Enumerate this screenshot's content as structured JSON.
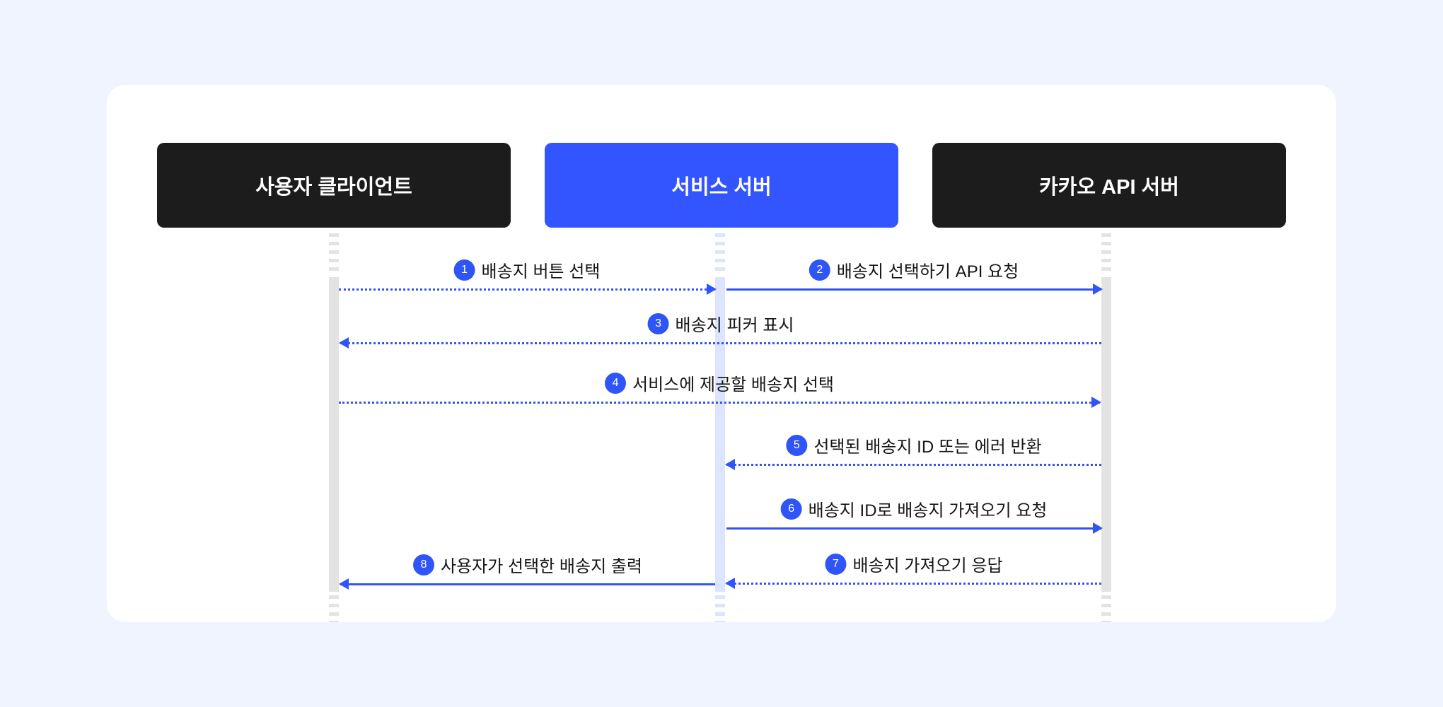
{
  "diagram": {
    "type": "sequence-diagram",
    "background_color": "#f0f4fe",
    "card_color": "#ffffff",
    "accent_color": "#3355ff",
    "arrow_color": "#2f55f7",
    "participants": [
      {
        "id": "client",
        "label": "사용자 클라이언트",
        "box_color": "#1c1c1c",
        "text_color": "#ffffff",
        "activation_color": "#e3e3e3"
      },
      {
        "id": "service",
        "label": "서비스 서버",
        "box_color": "#3355ff",
        "text_color": "#ffffff",
        "activation_color": "#dde4ff"
      },
      {
        "id": "kakao",
        "label": "카카오 API 서버",
        "box_color": "#1c1c1c",
        "text_color": "#ffffff",
        "activation_color": "#e3e3e3"
      }
    ],
    "messages": [
      {
        "number": "1",
        "label": "배송지 버튼 선택",
        "from": "client",
        "to": "service",
        "direction": "right",
        "style": "dotted"
      },
      {
        "number": "2",
        "label": "배송지 선택하기 API 요청",
        "from": "service",
        "to": "kakao",
        "direction": "right",
        "style": "solid"
      },
      {
        "number": "3",
        "label": "배송지 피커 표시",
        "from": "kakao",
        "to": "client",
        "direction": "left",
        "style": "dotted"
      },
      {
        "number": "4",
        "label": "서비스에 제공할 배송지 선택",
        "from": "client",
        "to": "kakao",
        "direction": "right",
        "style": "dotted"
      },
      {
        "number": "5",
        "label": "선택된 배송지 ID 또는 에러 반환",
        "from": "kakao",
        "to": "service",
        "direction": "left",
        "style": "dotted"
      },
      {
        "number": "6",
        "label": "배송지 ID로 배송지 가져오기 요청",
        "from": "service",
        "to": "kakao",
        "direction": "right",
        "style": "solid"
      },
      {
        "number": "7",
        "label": "배송지 가져오기 응답",
        "from": "kakao",
        "to": "service",
        "direction": "left",
        "style": "dotted"
      },
      {
        "number": "8",
        "label": "사용자가 선택한 배송지 출력",
        "from": "service",
        "to": "client",
        "direction": "left",
        "style": "solid"
      }
    ]
  }
}
